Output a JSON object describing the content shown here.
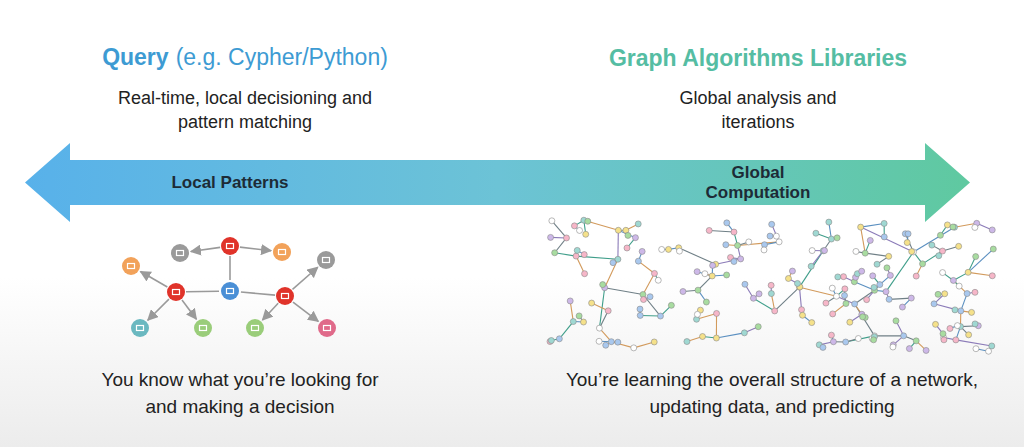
{
  "diagram": {
    "nodes": [
      {
        "text": [
          "Local Patterns",
          "Global Computation"
        ]
      }
    ],
    "labels": [
      "Query",
      "(e.g. Cypher/Python)",
      "Real-time, local decisioning and pattern matching",
      "Graph Algorithms Libraries",
      "Global analysis and iterations",
      "You know what you’re looking for and making a decision",
      "You’re learning the overall structure of a network, updating data, and predicting"
    ]
  }
}
